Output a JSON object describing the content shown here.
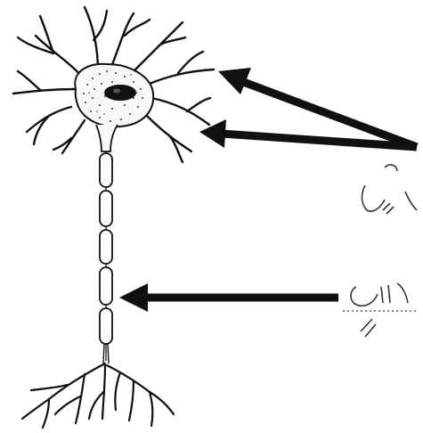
{
  "diagram": {
    "subject": "neuron",
    "labels": [
      {
        "id": "dendrites-label",
        "text": ""
      },
      {
        "id": "cell-body-label",
        "text": ""
      },
      {
        "id": "axon-label",
        "text": ""
      }
    ],
    "colors": {
      "ink": "#111111",
      "stipple": "#3a3a3a",
      "background": "#ffffff",
      "label_ink": "#333333"
    }
  }
}
